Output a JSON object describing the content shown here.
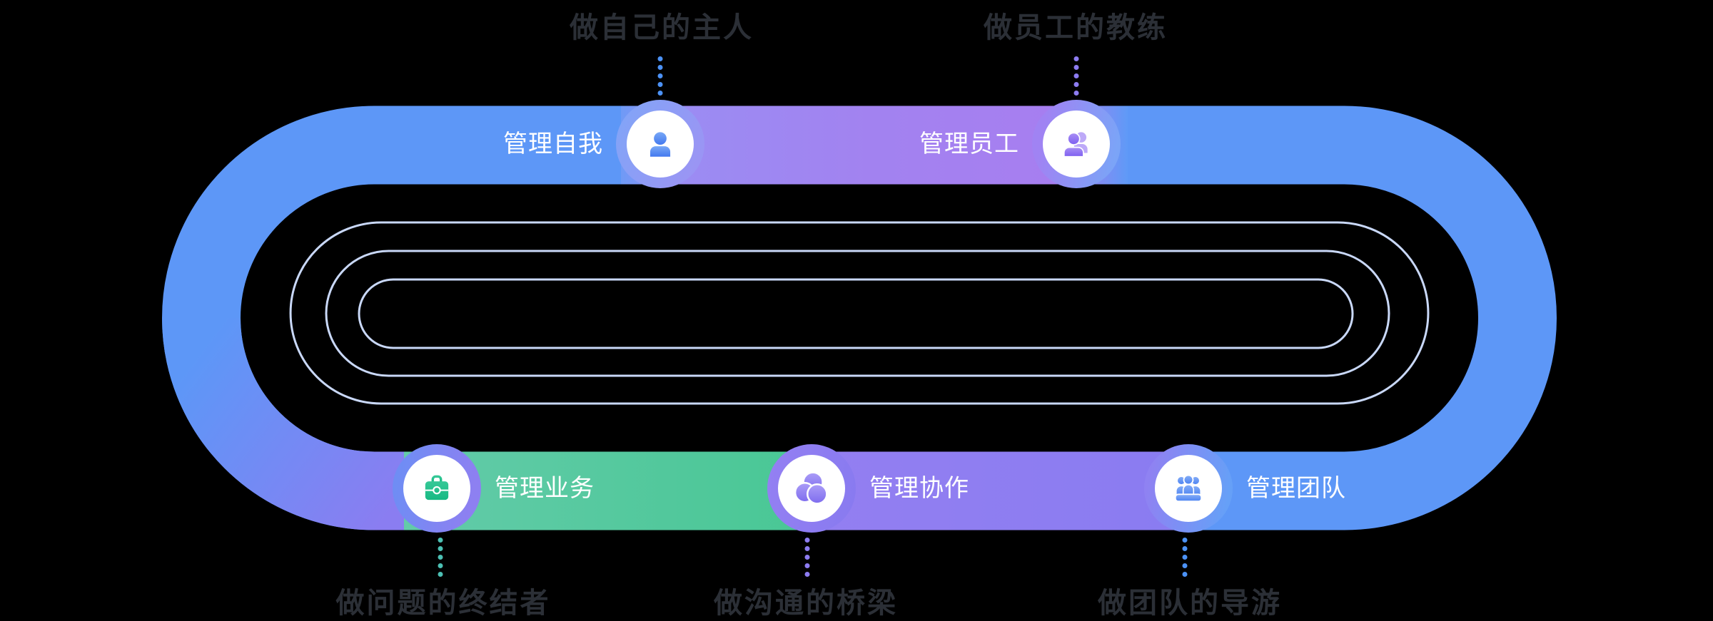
{
  "diagram": {
    "type": "management-track-infographic",
    "palette": {
      "background": "#000000",
      "track_blue": "#5d97f7",
      "track_purple_top": "#a282f0",
      "track_purple_bottom": "#8e7df1",
      "track_green": "#52c89b",
      "lane_line": "#c9d8f8",
      "caption_text": "#2b2f36",
      "band_label_text": "#ffffff",
      "dot_blue": "#4c92f6",
      "dot_purple": "#8d7cf1",
      "dot_teal": "#4cc0b4"
    },
    "nodes": {
      "top": [
        {
          "label": "管理自我",
          "caption": "做自己的主人",
          "icon": "person-icon",
          "accent": "#4c92f6"
        },
        {
          "label": "管理员工",
          "caption": "做员工的教练",
          "icon": "people-icon",
          "accent": "#8d7cf1"
        }
      ],
      "bottom": [
        {
          "label": "管理业务",
          "caption": "做问题的终结者",
          "icon": "briefcase-icon",
          "accent": "#4cc0b4"
        },
        {
          "label": "管理协作",
          "caption": "做沟通的桥梁",
          "icon": "collaboration-icon",
          "accent": "#8d7cf1"
        },
        {
          "label": "管理团队",
          "caption": "做团队的导游",
          "icon": "team-icon",
          "accent": "#4c92f6"
        }
      ]
    }
  }
}
